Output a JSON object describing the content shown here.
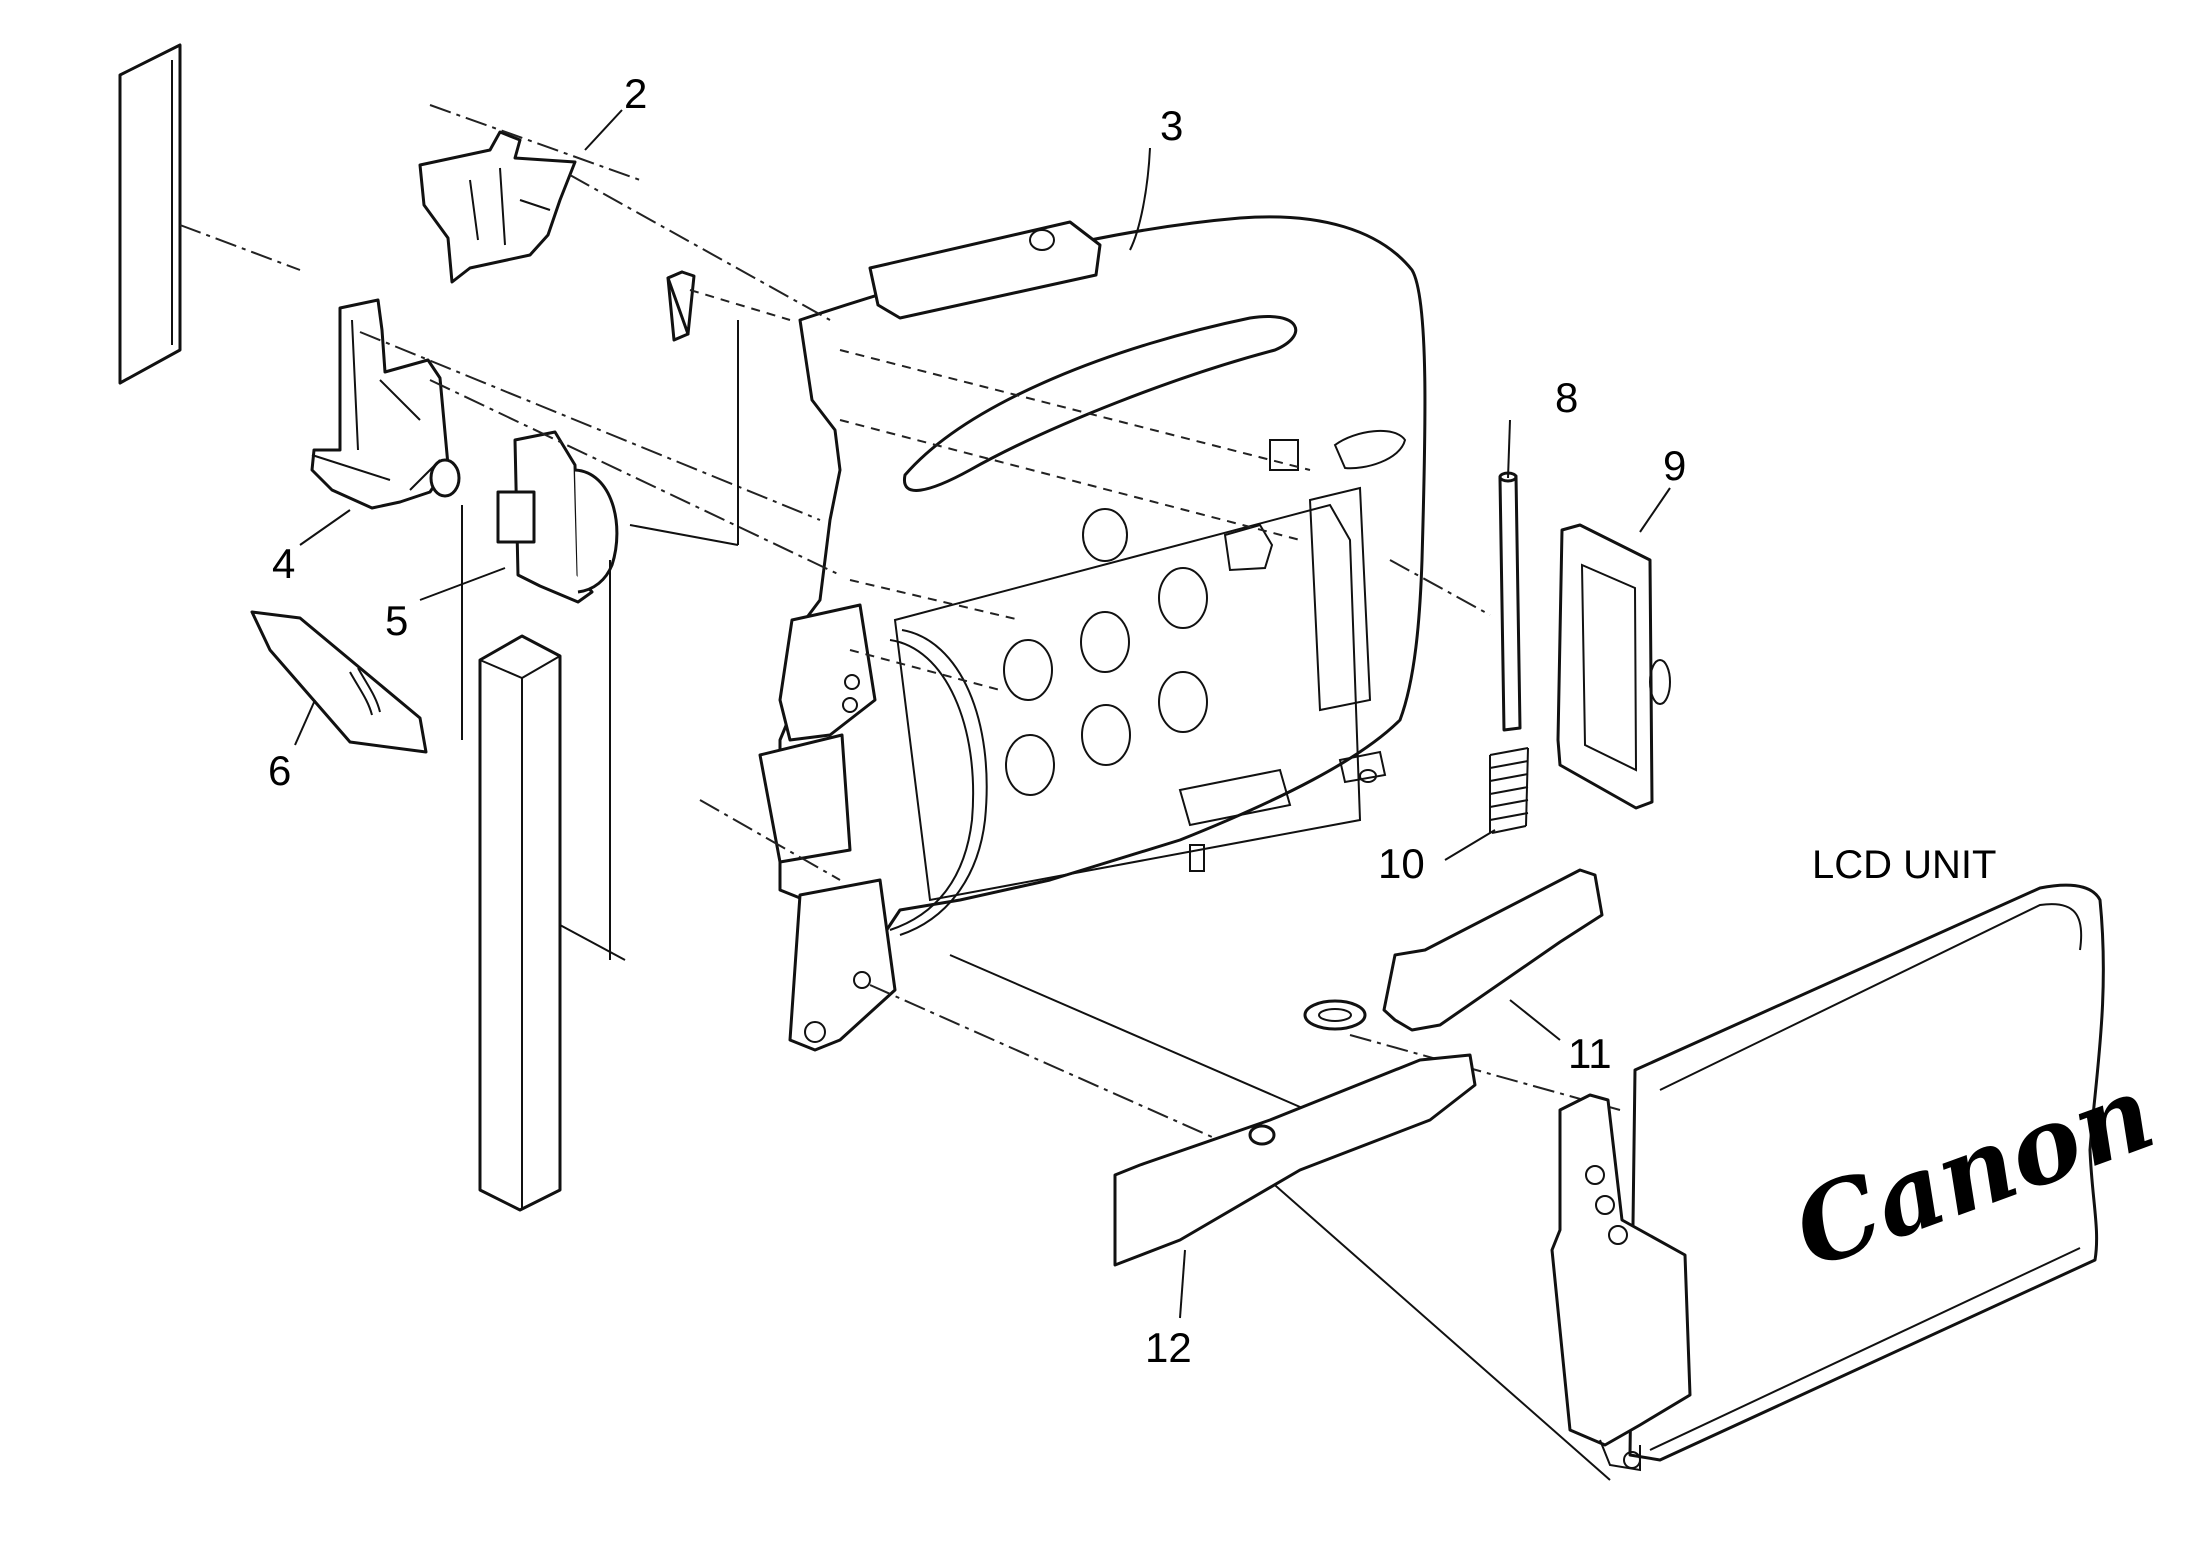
{
  "callouts": {
    "c2": "2",
    "c3": "3",
    "c4": "4",
    "c5": "5",
    "c6": "6",
    "c8": "8",
    "c9": "9",
    "c10": "10",
    "c11": "11",
    "c12": "12"
  },
  "lcd_unit_label": "LCD UNIT",
  "lcd_logo": "Canon"
}
